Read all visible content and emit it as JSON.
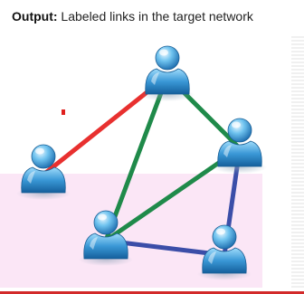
{
  "title": {
    "prefix": "Output:",
    "text": " Labeled links in the target network"
  },
  "colors": {
    "link_red": "#e8302f",
    "link_green": "#1f8a4a",
    "link_blue": "#3b4ea8",
    "pink_panel": "#fbe6f6",
    "marker": "#e0201e"
  },
  "diagram": {
    "nodes": [
      {
        "id": "top",
        "icon": "person-icon"
      },
      {
        "id": "left",
        "icon": "person-icon"
      },
      {
        "id": "right",
        "icon": "person-icon"
      },
      {
        "id": "bottom-left",
        "icon": "person-icon"
      },
      {
        "id": "bottom-right",
        "icon": "person-icon"
      }
    ],
    "links": [
      {
        "from": "top",
        "to": "left",
        "label": "red"
      },
      {
        "from": "top",
        "to": "right",
        "label": "green"
      },
      {
        "from": "top",
        "to": "bottom-left",
        "label": "green"
      },
      {
        "from": "right",
        "to": "bottom-left",
        "label": "green"
      },
      {
        "from": "right",
        "to": "bottom-right",
        "label": "blue"
      },
      {
        "from": "bottom-left",
        "to": "bottom-right",
        "label": "blue"
      }
    ]
  }
}
